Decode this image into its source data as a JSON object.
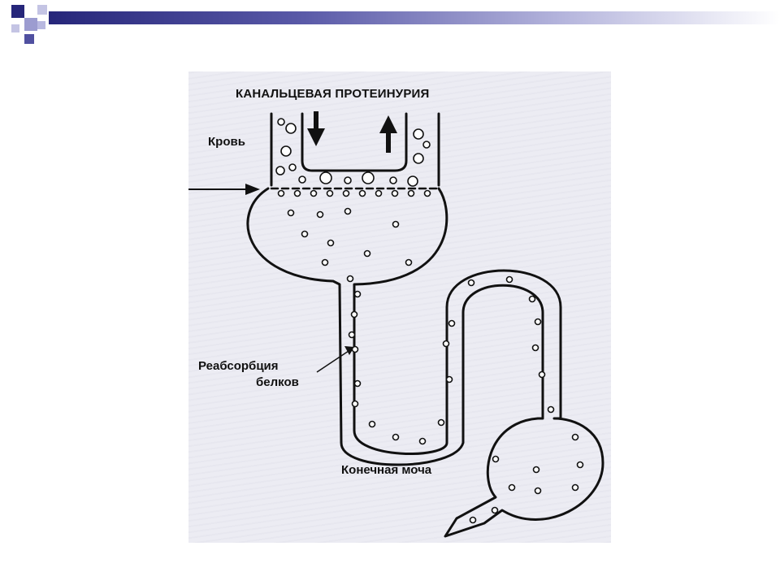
{
  "slide": {
    "accent_color": "#26267a",
    "accent_light": "#8c8cc8"
  },
  "diagram": {
    "title": "КАНАЛЬЦЕВАЯ ПРОТЕИНУРИЯ",
    "labels": {
      "blood": "Кровь",
      "reabsorption_line1": "Реабсорбция",
      "reabsorption_line2": "белков",
      "final_urine": "Конечная моча"
    },
    "arrows": [
      "down-arrow-icon",
      "up-arrow-icon",
      "right-arrow-icon",
      "pointer-arrow-icon"
    ]
  }
}
